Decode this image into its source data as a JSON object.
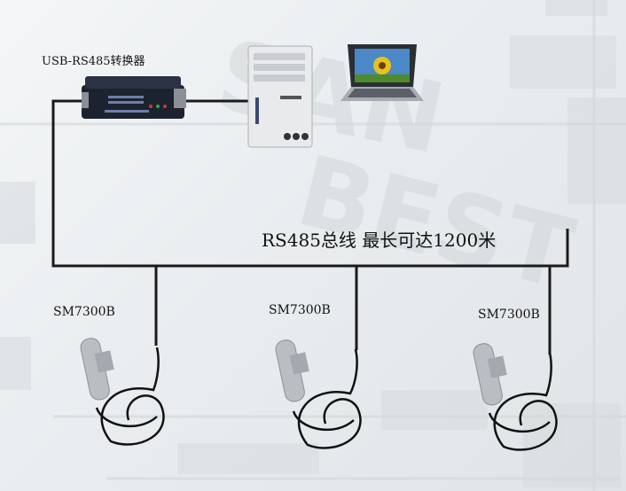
{
  "converter": {
    "label": "USB-RS485转换器"
  },
  "bus": {
    "label": "RS485总线 最长可达1200米"
  },
  "sensors": [
    {
      "label": "SM7300B"
    },
    {
      "label": "SM7300B"
    },
    {
      "label": "SM7300B"
    }
  ],
  "devices": [
    "desktop-pc",
    "laptop"
  ],
  "colors": {
    "bus_line": "#1a1a1a",
    "converter_body": "#1d2230",
    "sensor_body": "#b9bec3",
    "background": "#eceff1"
  }
}
